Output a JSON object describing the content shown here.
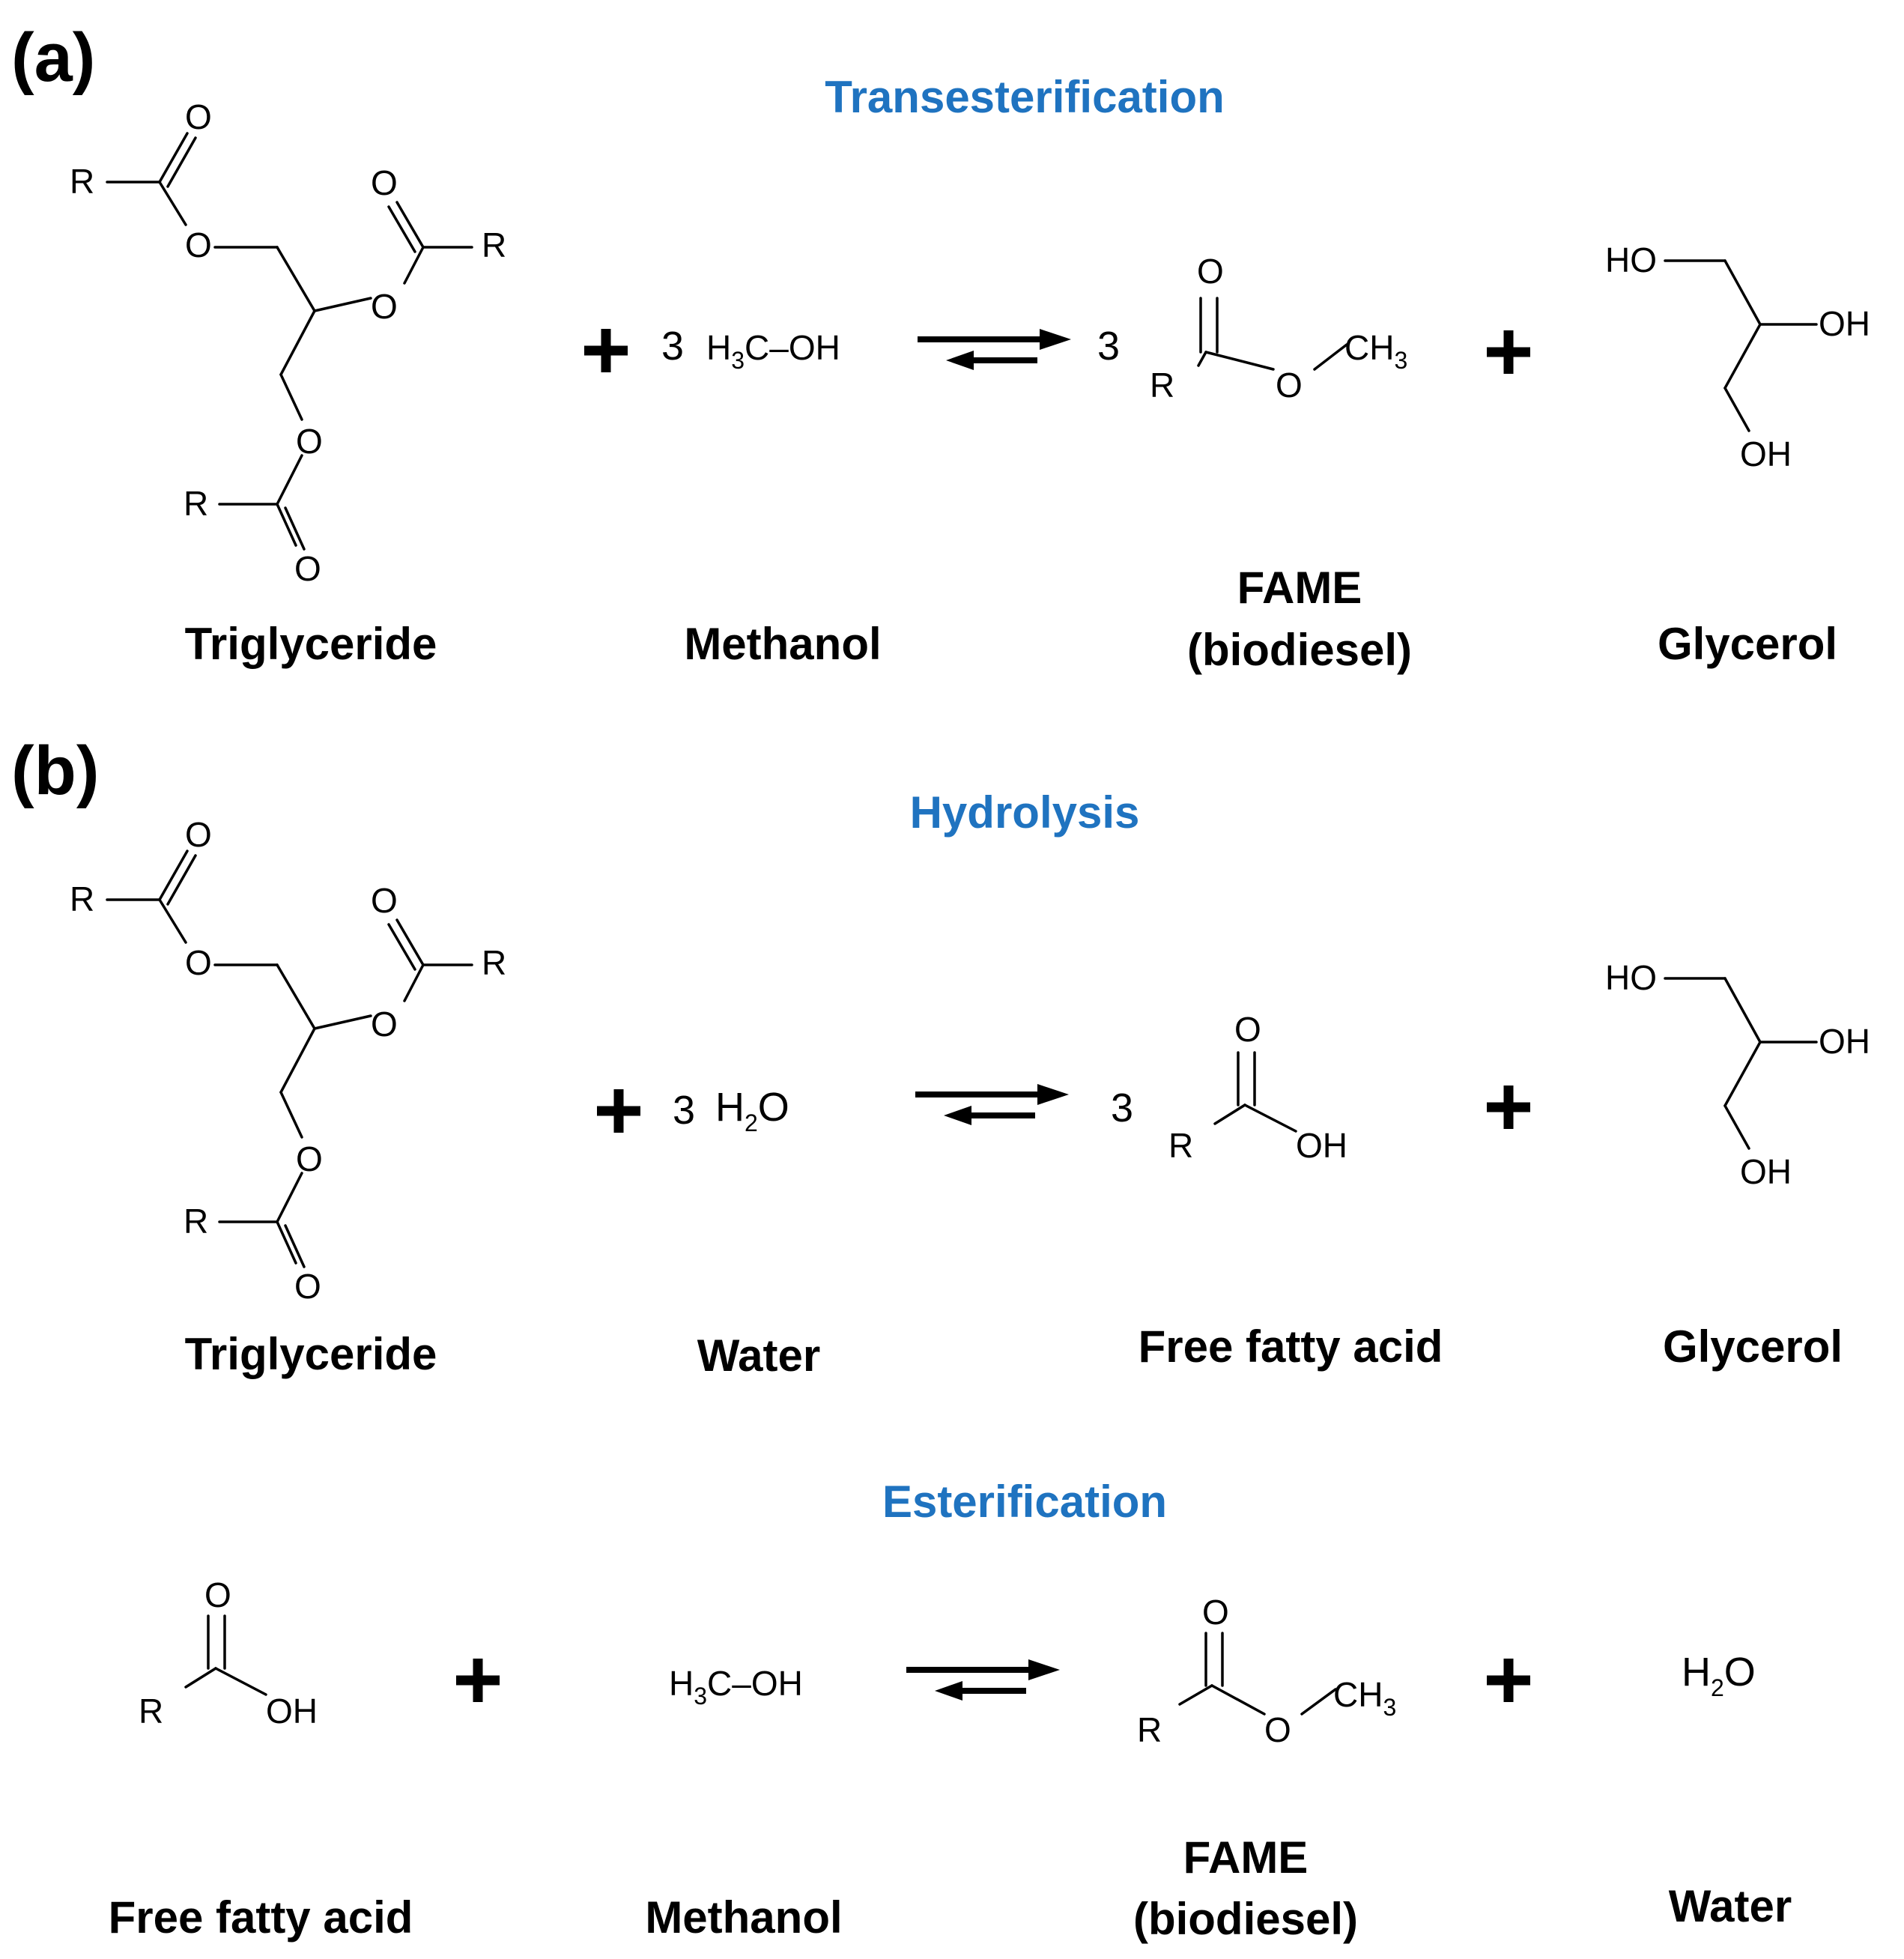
{
  "colors": {
    "title": "#1F73C0",
    "ink": "#000000",
    "background": "#ffffff"
  },
  "panels": {
    "a": {
      "label": "(a)",
      "title": "Transesterification",
      "coef_methanol": "3",
      "coef_fame": "3",
      "names": {
        "reactant1": "Triglyceride",
        "reactant2": "Methanol",
        "product1_line1": "FAME",
        "product1_line2": "(biodiesel)",
        "product2": "Glycerol"
      }
    },
    "b": {
      "label": "(b)",
      "hydrolysis": {
        "title": "Hydrolysis",
        "coef_water": "3",
        "coef_acid": "3",
        "names": {
          "reactant1": "Triglyceride",
          "reactant2": "Water",
          "product1": "Free fatty acid",
          "product2": "Glycerol"
        }
      },
      "esterification": {
        "title": "Esterification",
        "names": {
          "reactant1": "Free fatty acid",
          "reactant2": "Methanol",
          "product1_line1": "FAME",
          "product1_line2": "(biodiesel)",
          "product2": "Water"
        }
      }
    }
  },
  "atoms": {
    "R": "R",
    "O": "O",
    "HO": "HO",
    "OH": "OH",
    "H": "H",
    "C": "C",
    "CH": "CH",
    "dash_OH": "–OH",
    "sub3": "3",
    "sub2": "2"
  }
}
